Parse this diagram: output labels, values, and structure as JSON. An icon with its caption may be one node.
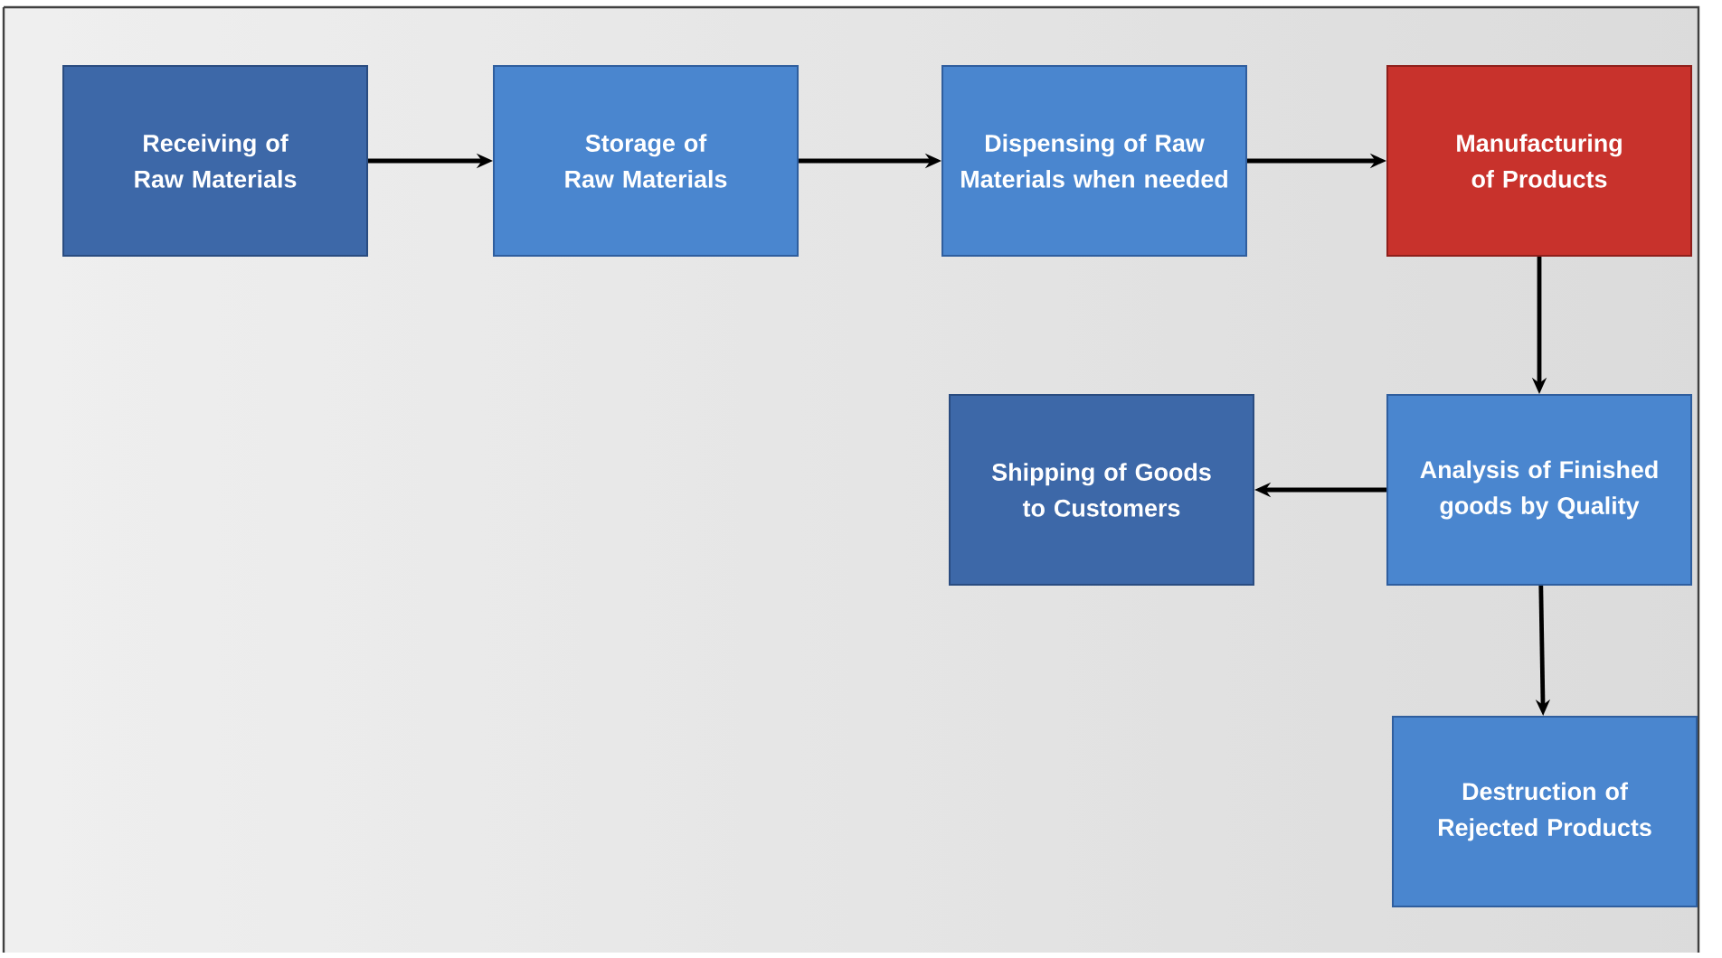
{
  "diagram": {
    "nodes": [
      {
        "text": [
          "Receiving of Raw Materials"
        ]
      },
      {
        "text": [
          "Storage of Raw Materials"
        ]
      },
      {
        "text": [
          "Dispensing of Raw Materials when needed"
        ]
      },
      {
        "text": [
          "Manufacturing of Products"
        ]
      },
      {
        "text": [
          "Analysis of Finished goods by Quality"
        ]
      },
      {
        "text": [
          "Shipping of Goods to Customers"
        ]
      },
      {
        "text": [
          "Destruction of Rejected Products"
        ]
      }
    ],
    "edges": [
      {
        "from": 0,
        "to": 1,
        "arrow": "to"
      },
      {
        "from": 1,
        "to": 2,
        "arrow": "to"
      },
      {
        "from": 2,
        "to": 3,
        "arrow": "to"
      },
      {
        "from": 3,
        "to": 4,
        "arrow": "to"
      },
      {
        "from": 4,
        "to": 5,
        "arrow": "to"
      },
      {
        "from": 4,
        "to": 6,
        "arrow": "to"
      }
    ]
  }
}
